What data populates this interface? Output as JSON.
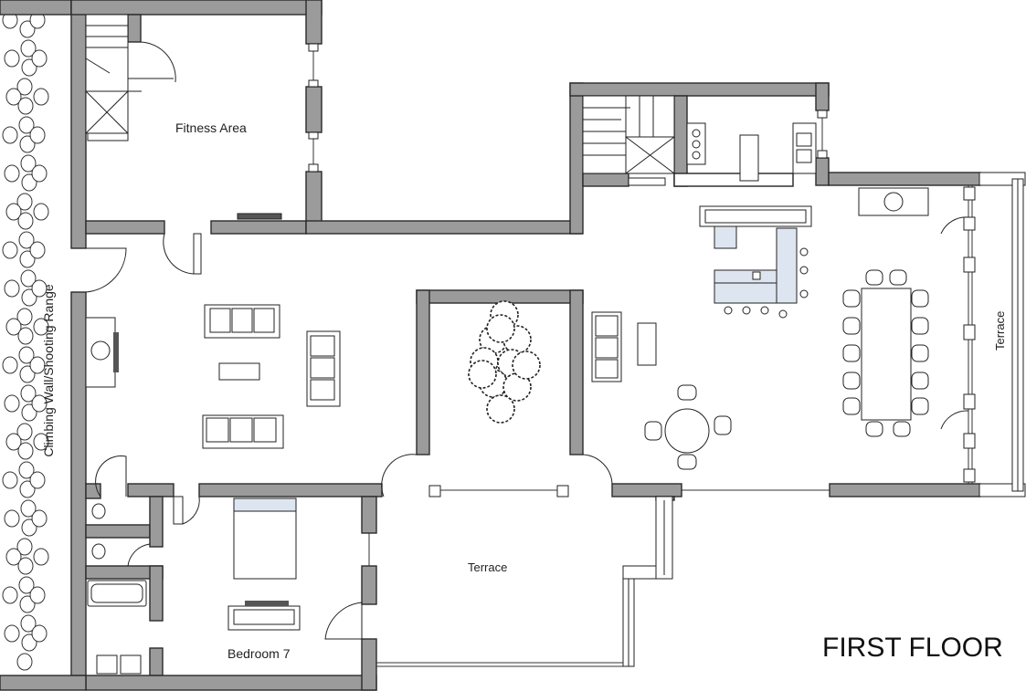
{
  "plan": {
    "title": "FIRST FLOOR",
    "rooms": {
      "fitness": "Fitness Area",
      "bedroom": "Bedroom 7",
      "terrace_bottom": "Terrace",
      "terrace_right": "Terrace",
      "climbing": "Climbing Wall/Shooting Range"
    }
  }
}
